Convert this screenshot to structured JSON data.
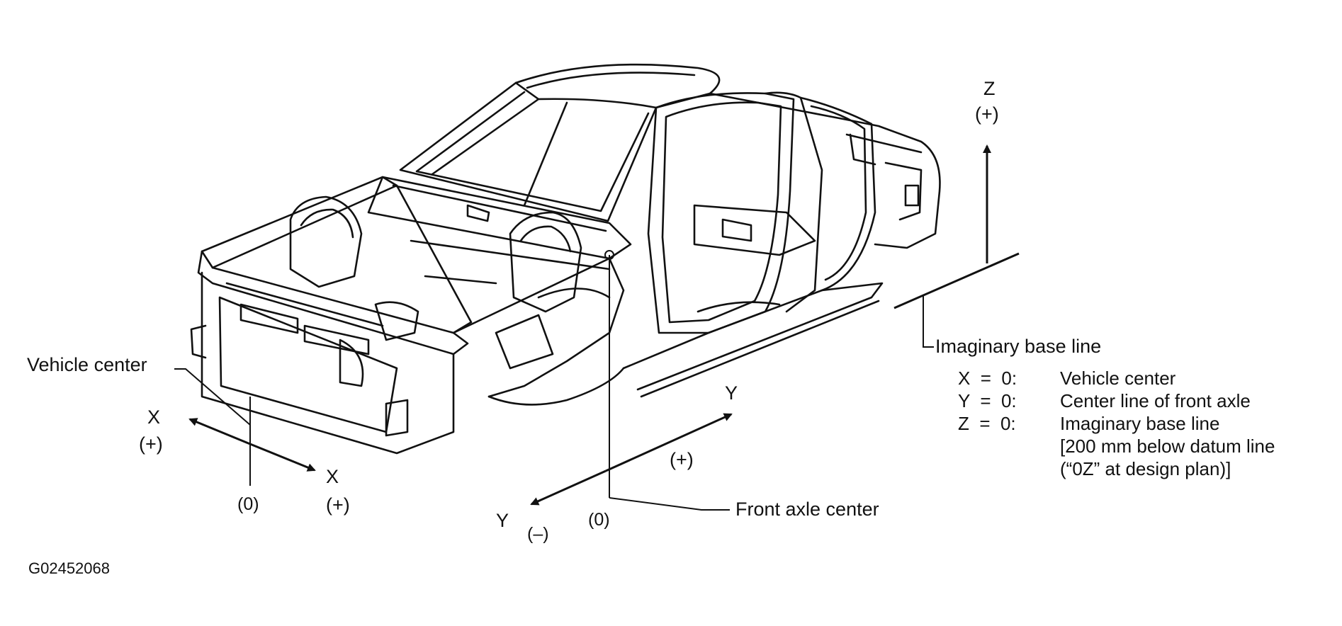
{
  "labels": {
    "z_axis": "Z",
    "z_sign": "(+)",
    "x_axis_left": "X",
    "x_sign_left": "(+)",
    "x_axis_right": "X",
    "x_sign_right": "(+)",
    "x_zero": "(0)",
    "y_axis_right": "Y",
    "y_sign_right": "(+)",
    "y_axis_left": "Y",
    "y_sign_left": "(–)",
    "y_zero": "(0)",
    "vehicle_center": "Vehicle center",
    "front_axle_center": "Front axle center",
    "imaginary_base_line": "Imaginary base line"
  },
  "legend": {
    "line1_key": "X  =  0:",
    "line1_text": "Vehicle center",
    "line2_key": "Y  =  0:",
    "line2_text": "Center line of front axle",
    "line3_key": "Z  =  0:",
    "line3_text": "Imaginary base line",
    "line4_text": "[200 mm below datum line",
    "line5_text": "(“0Z” at design plan)]"
  },
  "figure_id": "G02452068"
}
